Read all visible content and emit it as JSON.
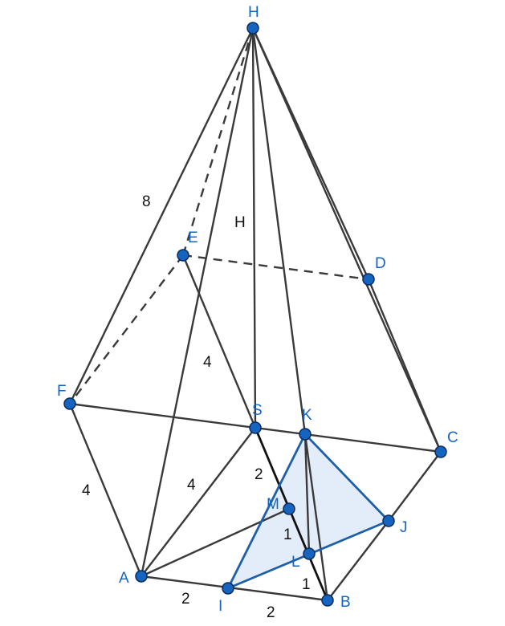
{
  "diagram": {
    "points": {
      "H": "H",
      "E": "E",
      "D": "D",
      "F": "F",
      "S": "S",
      "K": "K",
      "C": "C",
      "M": "M",
      "J": "J",
      "L": "L",
      "A": "A",
      "I": "I",
      "B": "B"
    },
    "segment_labels": {
      "HF": "8",
      "HS": "H",
      "ES": "4",
      "FA": "4",
      "AS": "4",
      "SM": "2",
      "ML": "1",
      "LB": "1",
      "AI": "2",
      "IB": "2"
    },
    "colors": {
      "point": "#1565c0",
      "edge": "#3a3a3a",
      "highlight": "#1f5fa8",
      "fill": "#dce8f7"
    }
  }
}
